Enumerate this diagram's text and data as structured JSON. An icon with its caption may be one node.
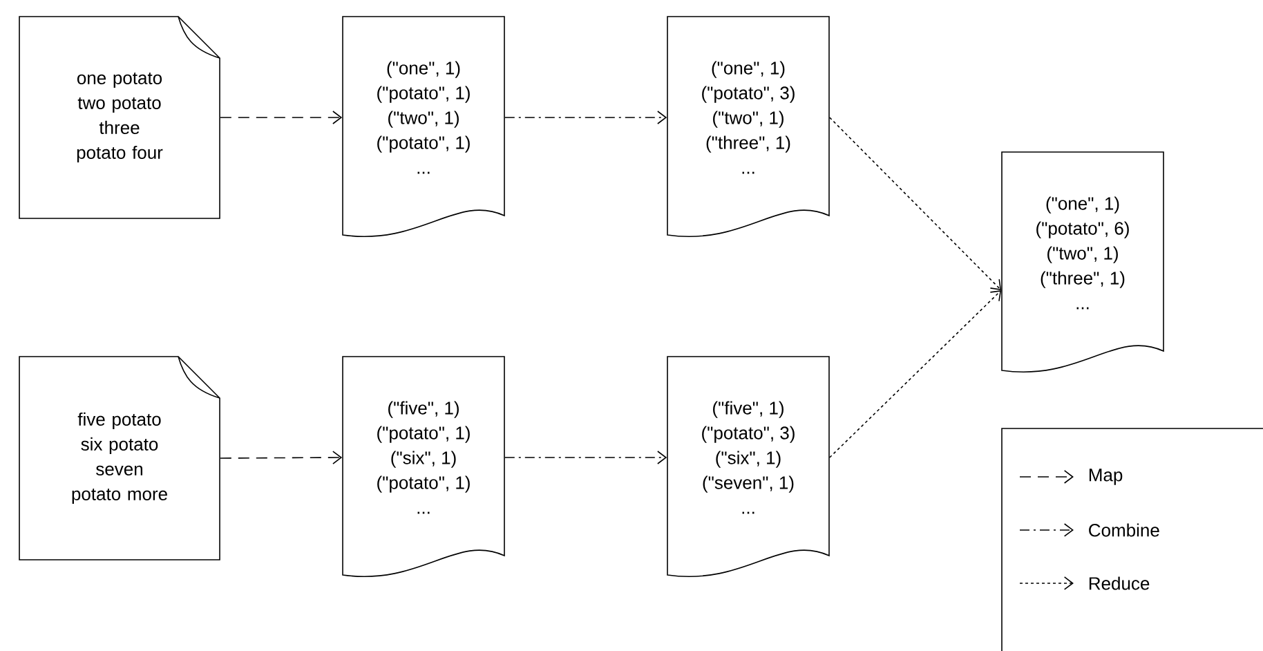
{
  "diagram": {
    "nodes": [
      {
        "text": [
          "one potato two potato three potato four"
        ]
      },
      {
        "text": [
          "(\"one\", 1)",
          "(\"potato\", 1)",
          "(\"two\", 1)",
          "(\"potato\", 1)",
          "..."
        ]
      },
      {
        "text": [
          "(\"one\", 1)",
          "(\"potato\", 3)",
          "(\"two\", 1)",
          "(\"three\", 1)",
          "..."
        ]
      },
      {
        "text": [
          "(\"one\", 1)",
          "(\"potato\", 6)",
          "(\"two\", 1)",
          "(\"three\", 1)",
          "..."
        ]
      },
      {
        "text": [
          "five potato six potato seven potato more"
        ]
      },
      {
        "text": [
          "(\"five\", 1)",
          "(\"potato\", 1)",
          "(\"six\", 1)",
          "(\"potato\", 1)",
          "..."
        ]
      },
      {
        "text": [
          "(\"five\", 1)",
          "(\"potato\", 3)",
          "(\"six\", 1)",
          "(\"seven\", 1)",
          "..."
        ]
      }
    ],
    "edges": [
      {
        "from": 0,
        "to": 1,
        "arrow": "to",
        "style": "dashed"
      },
      {
        "from": 1,
        "to": 2,
        "arrow": "to",
        "style": "dashed"
      },
      {
        "from": 2,
        "to": 3,
        "arrow": "to",
        "style": "dashed"
      },
      {
        "from": 4,
        "to": 5,
        "arrow": "to",
        "style": "dashed"
      },
      {
        "from": 5,
        "to": 6,
        "arrow": "to",
        "style": "dashed"
      },
      {
        "from": 6,
        "to": 3,
        "arrow": "to",
        "style": "dashed"
      }
    ],
    "legend": [
      {
        "text": "Map"
      },
      {
        "text": "Combine"
      },
      {
        "text": "Reduce"
      }
    ]
  }
}
